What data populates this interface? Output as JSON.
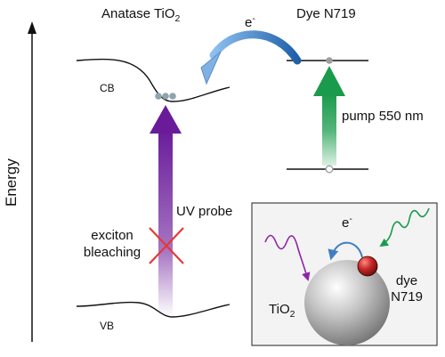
{
  "axis": {
    "label": "Energy"
  },
  "titles": {
    "tio2_base": "Anatase TiO",
    "tio2_sub": "2",
    "dye": "Dye N719"
  },
  "bands": {
    "cb": "CB",
    "vb": "VB"
  },
  "electron": {
    "base": "e",
    "sup": "-"
  },
  "pump": "pump 550 nm",
  "probe": "UV probe",
  "bleach": {
    "line1": "exciton",
    "line2": "bleaching"
  },
  "inset": {
    "electron_base": "e",
    "electron_sup": "-",
    "dye_line1": "dye",
    "dye_line2": "N719",
    "tio2_base": "TiO",
    "tio2_sub": "2"
  },
  "colors": {
    "probe_arrow": "#6a1b9a",
    "pump_arrow": "#1a9b4c",
    "transfer_arrow": "#5b9bd5",
    "cross": "#e53935",
    "dye_sphere": "#c62828",
    "tio2_sphere": "#9e9e9e"
  }
}
